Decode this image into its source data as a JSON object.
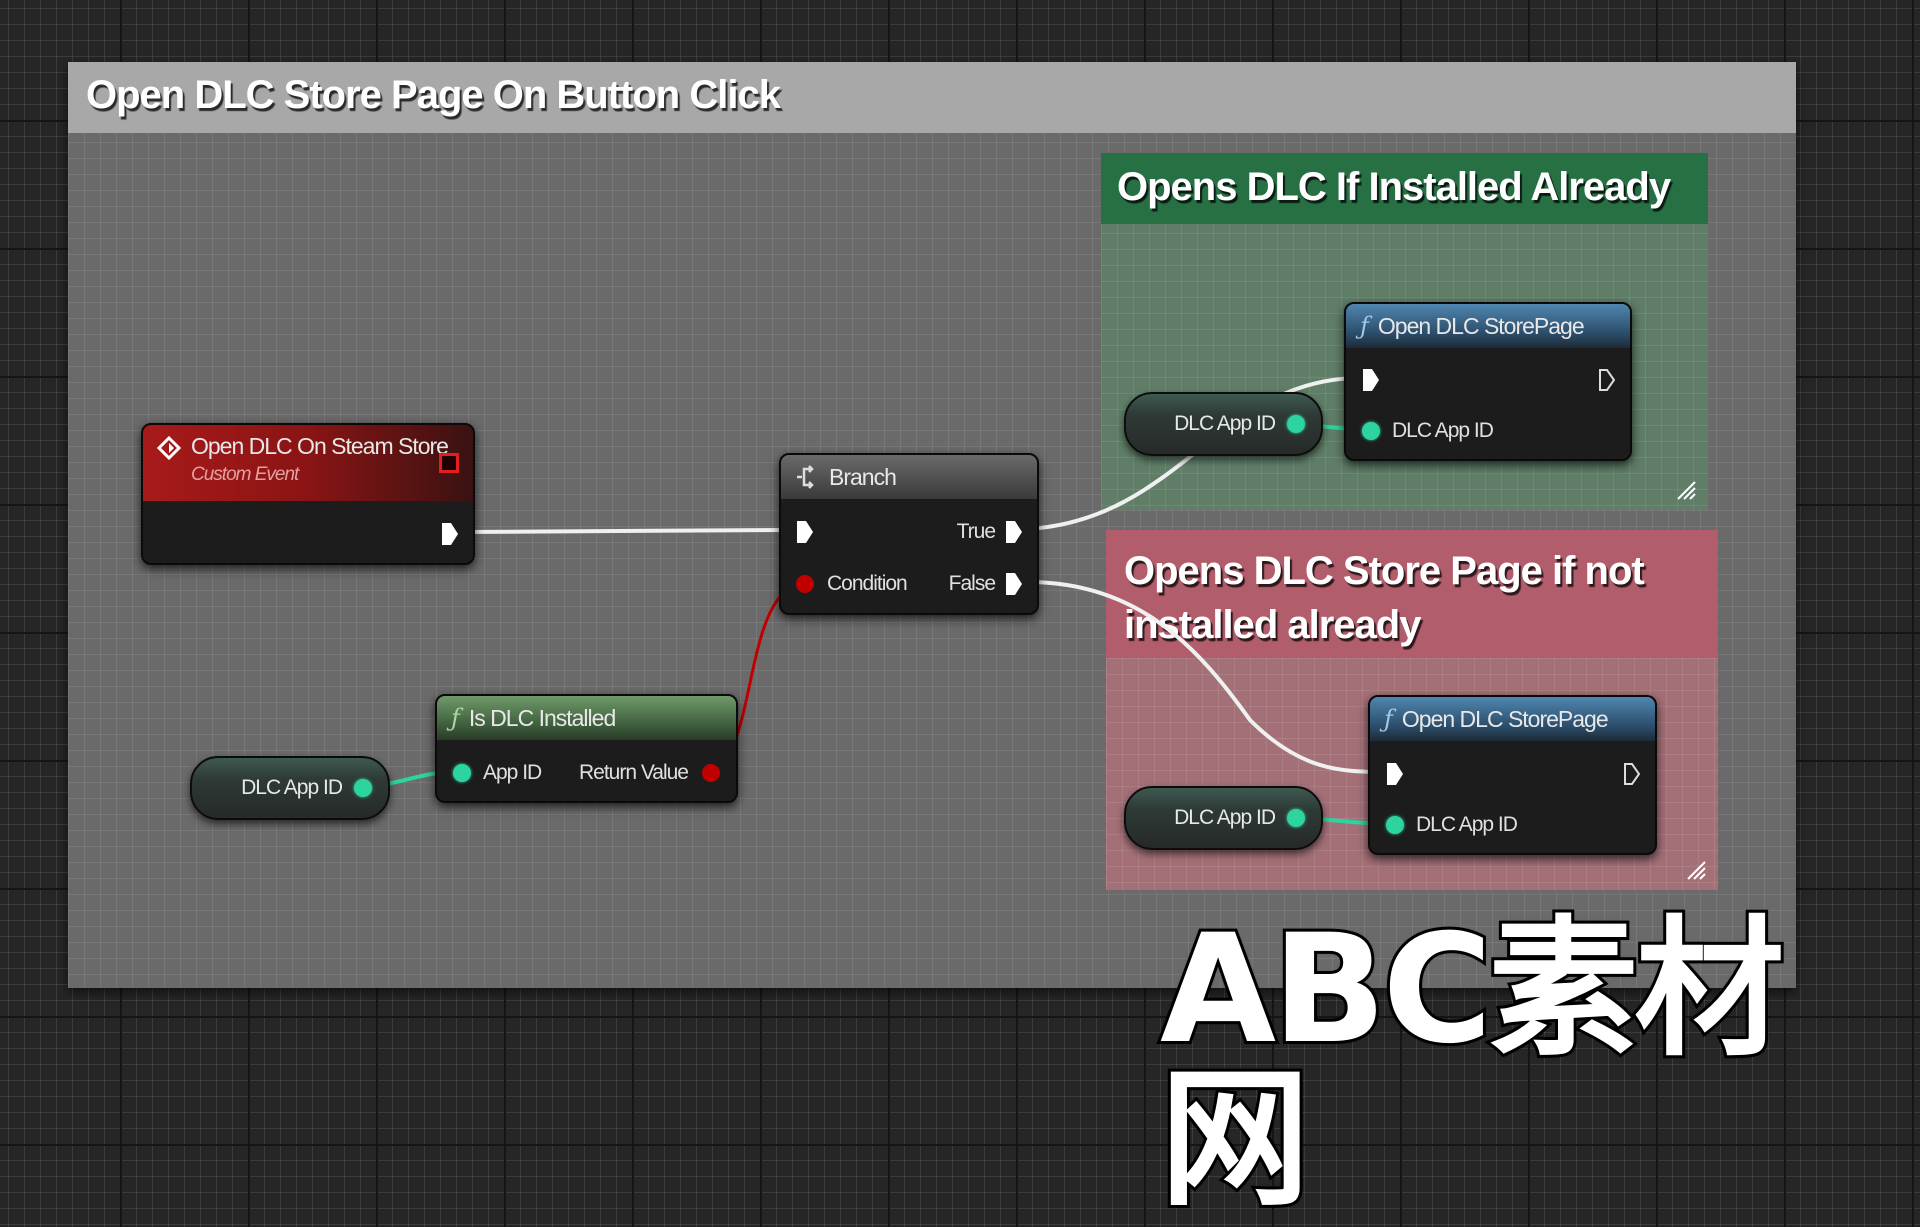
{
  "graph": {
    "main_comment": {
      "title": "Open DLC Store Page On Button Click",
      "color": "#a8a8a8"
    },
    "green_comment": {
      "title": "Opens DLC If Installed Already",
      "color": "#277044"
    },
    "red_comment": {
      "title_line1": "Opens DLC Store Page if not",
      "title_line2": "installed already",
      "color": "#b25d6b"
    }
  },
  "nodes": {
    "custom_event": {
      "title": "Open DLC On Steam Store",
      "subtitle": "Custom Event",
      "icon": "event-diamond-icon"
    },
    "branch": {
      "title": "Branch",
      "icon": "branch-icon",
      "condition_label": "Condition",
      "true_label": "True",
      "false_label": "False"
    },
    "is_dlc_installed": {
      "title": "Is DLC Installed",
      "icon": "function-icon",
      "input_label": "App ID",
      "output_label": "Return Value"
    },
    "var_dlc_app_id_1": {
      "label": "DLC App ID"
    },
    "open_store_green": {
      "title": "Open DLC StorePage",
      "icon": "function-icon",
      "input_label": "DLC App ID"
    },
    "var_dlc_app_id_2": {
      "label": "DLC App ID"
    },
    "open_store_red": {
      "title": "Open DLC StorePage",
      "icon": "function-icon",
      "input_label": "DLC App ID"
    },
    "var_dlc_app_id_3": {
      "label": "DLC App ID"
    }
  },
  "colors": {
    "exec_wire": "#f0f0f0",
    "int_pin": "#2dd4a0",
    "bool_pin": "#c00000",
    "event_header": "#a01818",
    "function_header": "#3a6d96",
    "pure_function_header": "#4f8a4f"
  },
  "watermark": {
    "text": "ABC素材网"
  }
}
